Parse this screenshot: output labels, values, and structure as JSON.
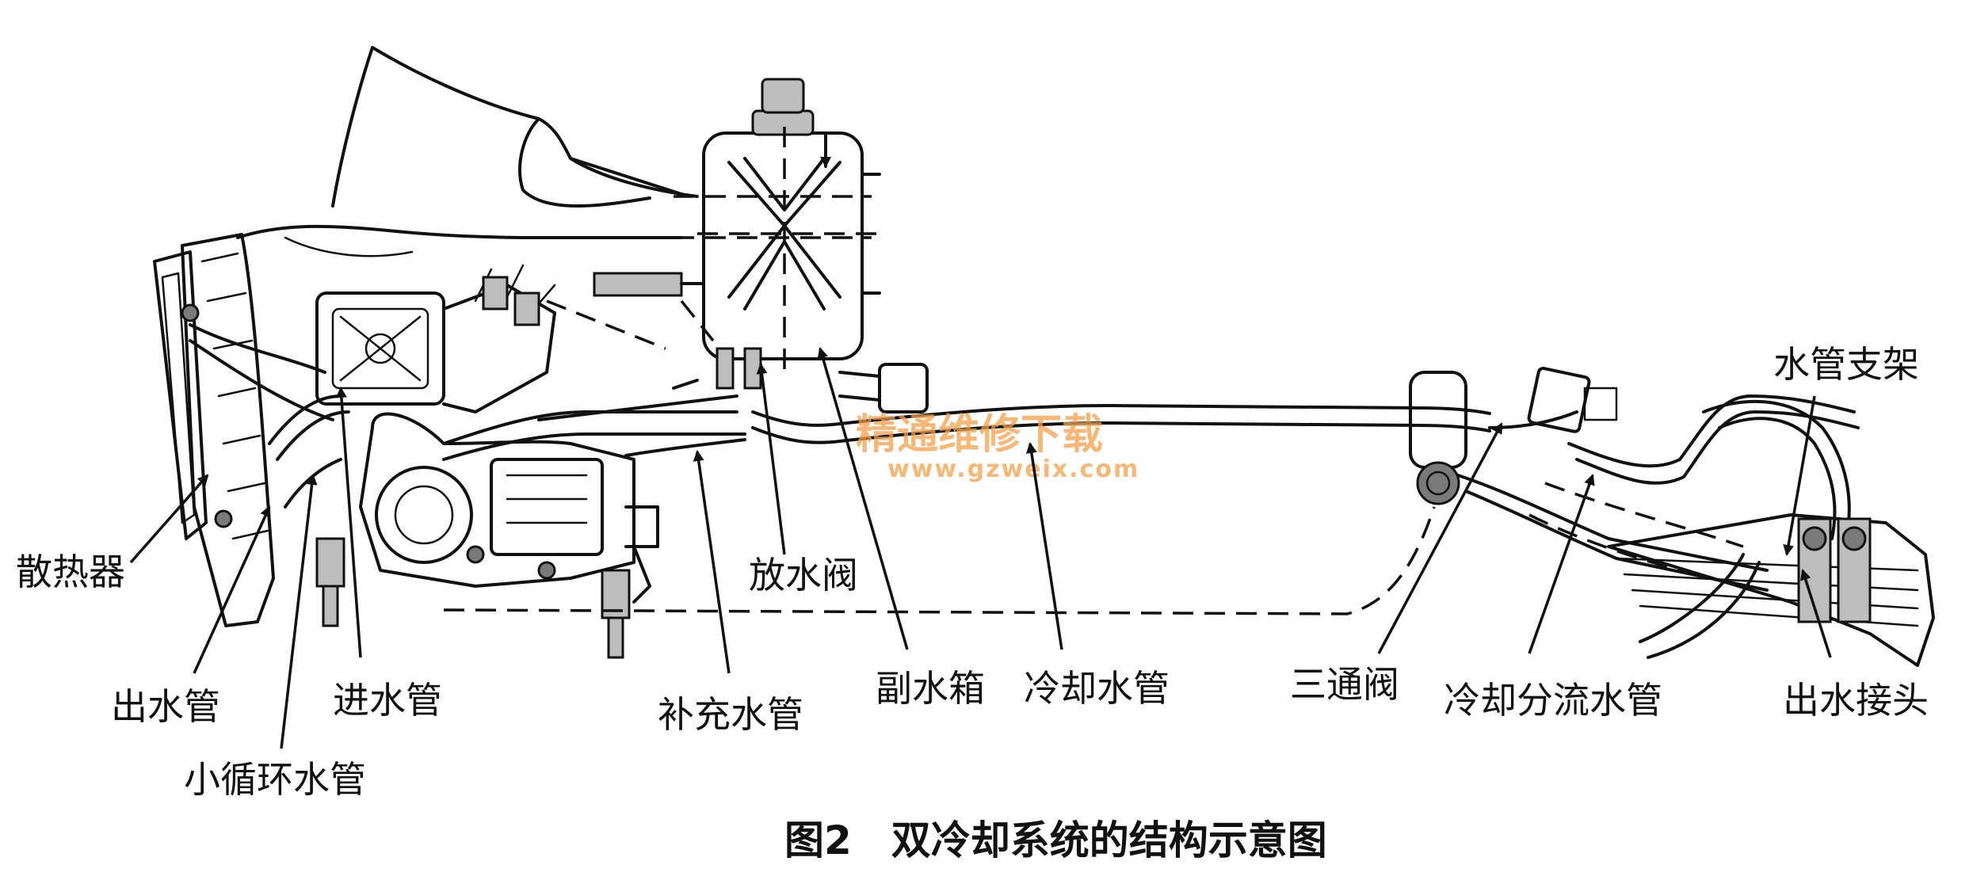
{
  "labels": {
    "radiator": "散热器",
    "outlet_pipe": "出水管",
    "inlet_pipe": "进水管",
    "small_loop_pipe": "小循环水管",
    "refill_pipe": "补充水管",
    "drain_valve": "放水阀",
    "aux_tank": "副水箱",
    "cooling_pipe": "冷却水管",
    "three_way_valve": "三通阀",
    "split_pipe": "冷却分流水管",
    "pipe_bracket": "水管支架",
    "outlet_joint": "出水接头"
  },
  "caption": "图2　双冷却系统的结构示意图",
  "watermark": {
    "cn": "精通维修下载",
    "url": "www.gzweix.com"
  }
}
